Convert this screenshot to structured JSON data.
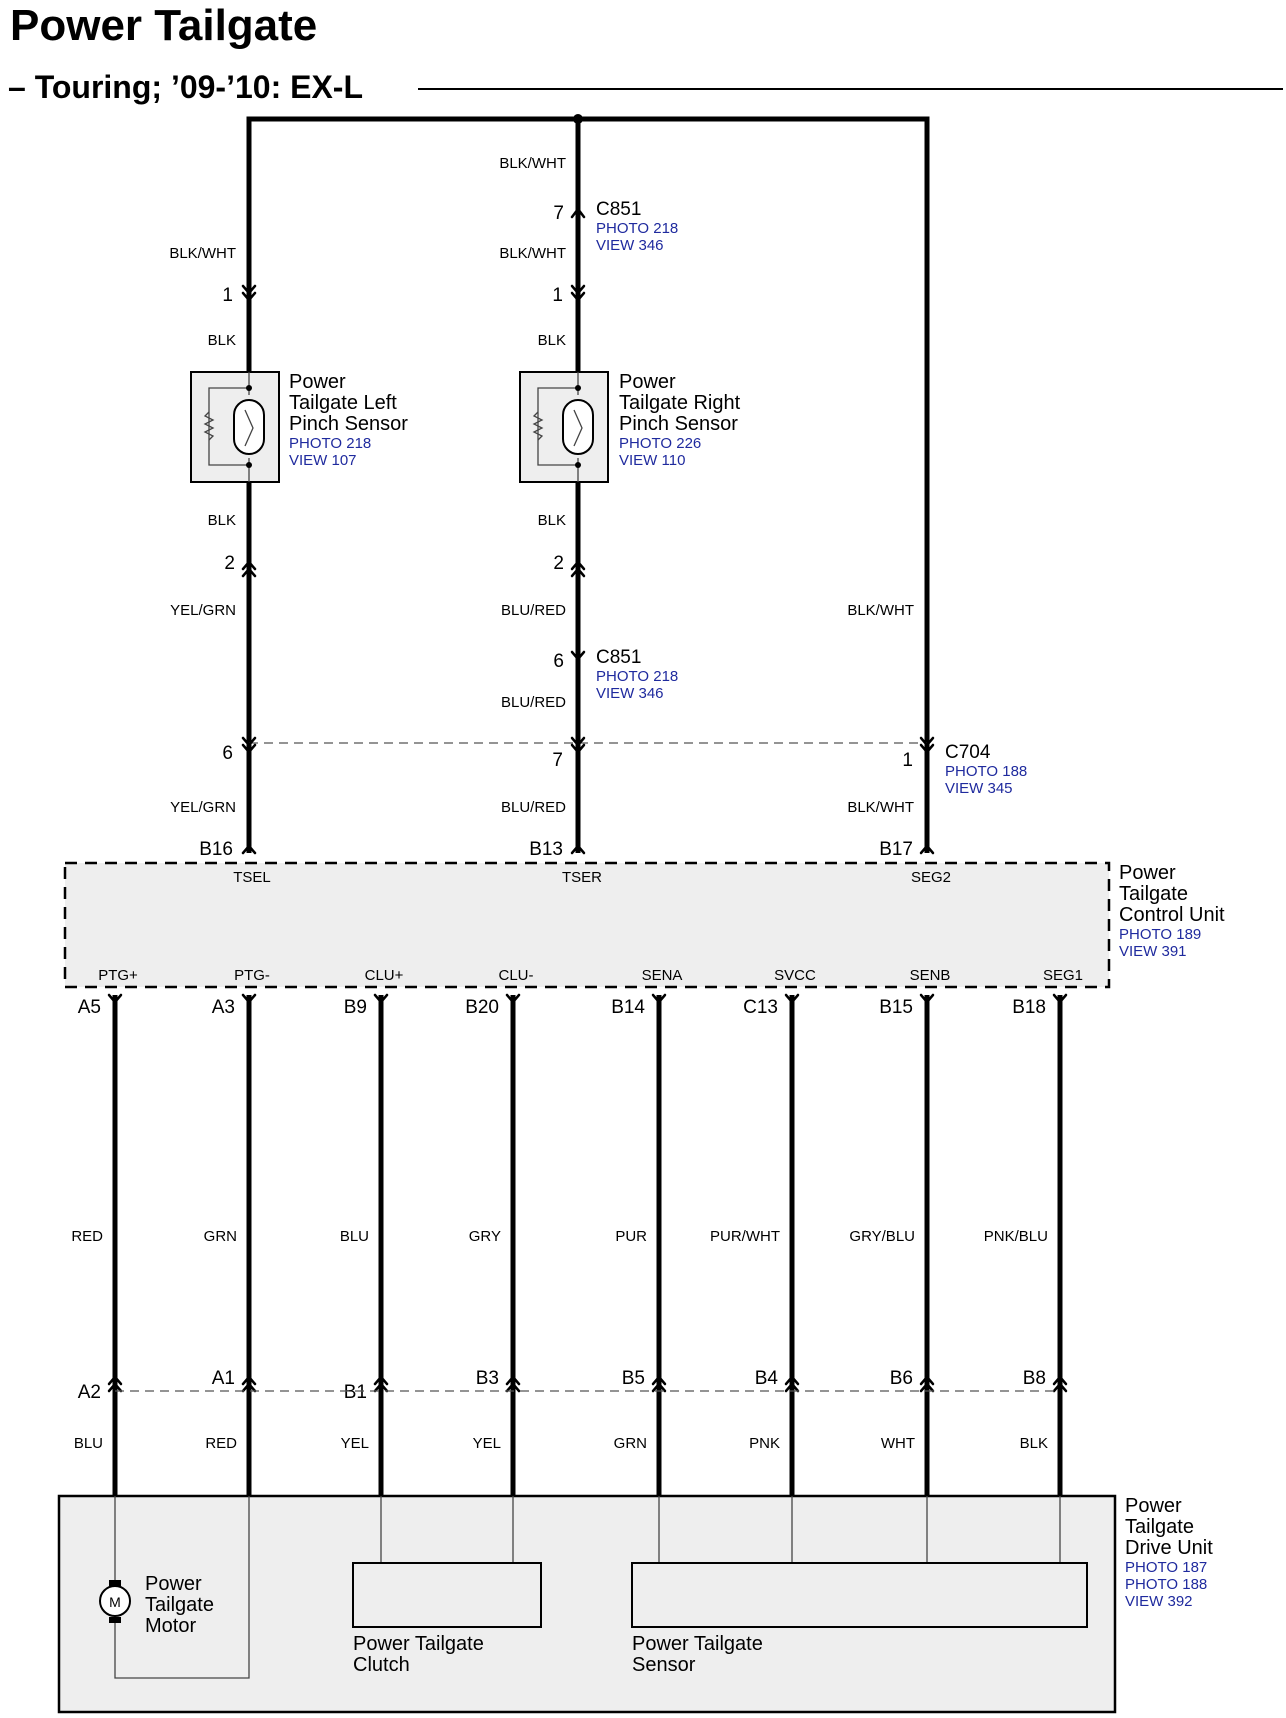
{
  "header": {
    "title": "Power Tailgate",
    "subtitle": "– Touring; ’09-’10: EX-L"
  },
  "top": {
    "center_wire": "BLK/WHT",
    "c851_top": {
      "pin": "7",
      "name": "C851",
      "photo": "PHOTO 218",
      "view": "VIEW 346"
    },
    "left_wire_upper": "BLK/WHT",
    "mid_wire_upper": "BLK/WHT",
    "left_pin1": "1",
    "mid_pin1": "1",
    "left_blk_top": "BLK",
    "mid_blk_top": "BLK"
  },
  "left_sensor": {
    "line1": "Power",
    "line2": "Tailgate Left",
    "line3": "Pinch Sensor",
    "photo": "PHOTO 218",
    "view": "VIEW 107"
  },
  "right_sensor": {
    "line1": "Power",
    "line2": "Tailgate Right",
    "line3": "Pinch Sensor",
    "photo": "PHOTO 226",
    "view": "VIEW 110"
  },
  "middle": {
    "left_blk_bottom": "BLK",
    "mid_blk_bottom": "BLK",
    "left_pin2": "2",
    "mid_pin2": "2",
    "left_wire2": "YEL/GRN",
    "mid_wire2": "BLU/RED",
    "right_wire2": "BLK/WHT",
    "c851_bottom": {
      "pin": "6",
      "name": "C851",
      "photo": "PHOTO 218",
      "view": "VIEW 346"
    },
    "mid_wire3": "BLU/RED",
    "c704": {
      "pin_left": "6",
      "pin_mid": "7",
      "pin_right": "1",
      "name": "C704",
      "photo": "PHOTO 188",
      "view": "VIEW 345"
    },
    "left_wire4": "YEL/GRN",
    "mid_wire4": "BLU/RED",
    "right_wire4": "BLK/WHT",
    "pin_b16": "B16",
    "pin_b13": "B13",
    "pin_b17": "B17"
  },
  "control_unit": {
    "line1": "Power",
    "line2": "Tailgate",
    "line3": "Control Unit",
    "photo": "PHOTO 189",
    "view": "VIEW 391",
    "top_terms": [
      "TSEL",
      "TSER",
      "SEG2"
    ],
    "bottom_terms": [
      "PTG+",
      "PTG-",
      "CLU+",
      "CLU-",
      "SENA",
      "SVCC",
      "SENB",
      "SEG1"
    ]
  },
  "lower": {
    "cu_pins": [
      "A5",
      "A3",
      "B9",
      "B20",
      "B14",
      "C13",
      "B15",
      "B18"
    ],
    "cu_wires": [
      "RED",
      "GRN",
      "BLU",
      "GRY",
      "PUR",
      "PUR/WHT",
      "GRY/BLU",
      "PNK/BLU"
    ],
    "drive_pins": [
      "A2",
      "A1",
      "B1",
      "B3",
      "B5",
      "B4",
      "B6",
      "B8"
    ],
    "drive_wires": [
      "BLU",
      "RED",
      "YEL",
      "YEL",
      "GRN",
      "PNK",
      "WHT",
      "BLK"
    ]
  },
  "drive_unit": {
    "line1": "Power",
    "line2": "Tailgate",
    "line3": "Drive Unit",
    "photo1": "PHOTO 187",
    "photo2": "PHOTO 188",
    "view": "VIEW 392",
    "motor_symbol": "M",
    "motor": {
      "line1": "Power",
      "line2": "Tailgate",
      "line3": "Motor"
    },
    "clutch": {
      "line1": "Power Tailgate",
      "line2": "Clutch"
    },
    "sensor": {
      "line1": "Power Tailgate",
      "line2": "Sensor"
    }
  },
  "icons": [
    "connector-arrow-up-icon",
    "connector-arrow-down-icon",
    "pinch-sensor-icon",
    "motor-icon",
    "splice-dot-icon"
  ]
}
